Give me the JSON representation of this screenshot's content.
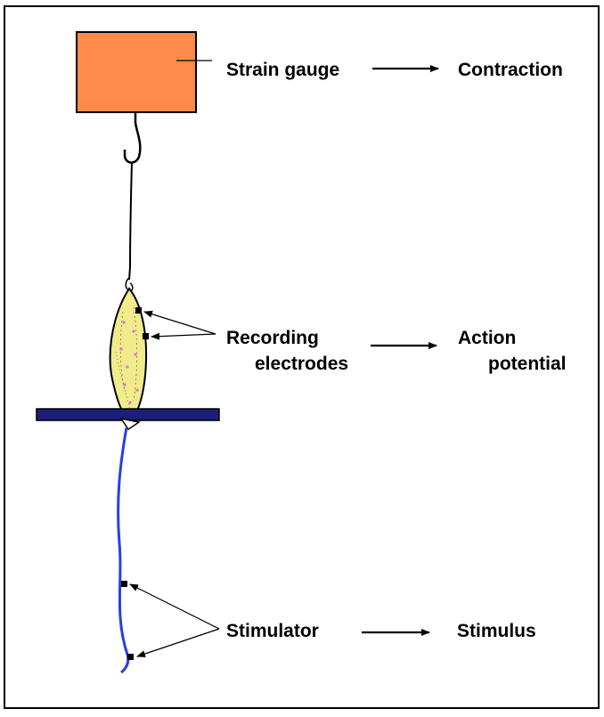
{
  "labels": {
    "strain_gauge": "Strain gauge",
    "contraction": "Contraction",
    "recording_line1": "Recording",
    "recording_line2": "electrodes",
    "action_line1": "Action",
    "action_line2": "potential",
    "stimulator": "Stimulator",
    "stimulus": "Stimulus"
  },
  "colors": {
    "strain_gauge_box": "#FF8A4C",
    "muscle": "#F2EB8C",
    "muscle_dots": "#E070E0",
    "platform": "#1B1F7A",
    "nerve": "#2A3FE0",
    "ink": "#000000"
  }
}
